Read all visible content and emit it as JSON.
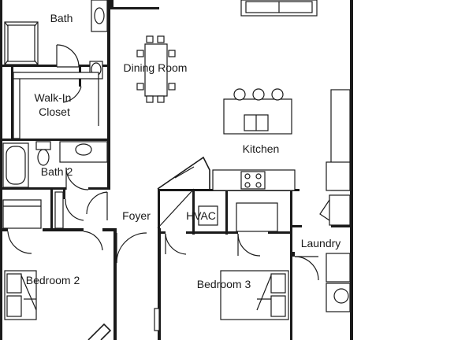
{
  "rooms": {
    "bath": "Bath",
    "dining_room": "Dining Room",
    "walk_in_closet_line1": "Walk-In",
    "walk_in_closet_line2": "Closet",
    "kitchen": "Kitchen",
    "bath_2": "Bath 2",
    "foyer": "Foyer",
    "hvac": "HVAC",
    "laundry": "Laundry",
    "bedroom_2": "Bedroom 2",
    "bedroom_3": "Bedroom 3"
  },
  "colors": {
    "line": "#1a1a1a",
    "background": "#ffffff"
  }
}
